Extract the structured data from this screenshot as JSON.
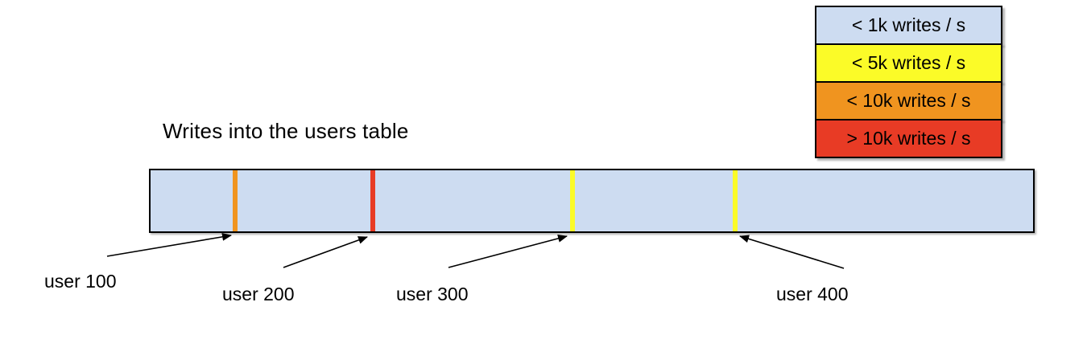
{
  "title": "Writes into the users table",
  "legend": {
    "items": [
      {
        "label": "< 1k writes / s",
        "color": "#cddcf1"
      },
      {
        "label": "< 5k writes / s",
        "color": "#fbfb28"
      },
      {
        "label": "< 10k writes / s",
        "color": "#f0941f"
      },
      {
        "label": "> 10k writes / s",
        "color": "#e83b25"
      }
    ]
  },
  "bar": {
    "fill": "#cddcf1",
    "border_color": "#000000",
    "markers": [
      {
        "user": "user 100",
        "color": "#f0941f",
        "legend_category": "< 10k writes / s"
      },
      {
        "user": "user 200",
        "color": "#e83b25",
        "legend_category": "> 10k writes / s"
      },
      {
        "user": "user 300",
        "color": "#fbfb28",
        "legend_category": "< 5k writes / s"
      },
      {
        "user": "user 400",
        "color": "#fbfb28",
        "legend_category": "< 5k writes / s"
      }
    ]
  }
}
